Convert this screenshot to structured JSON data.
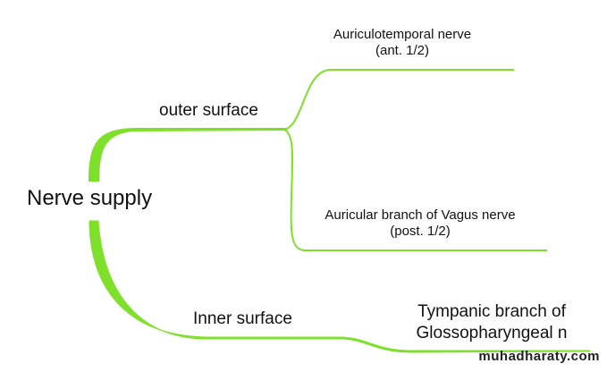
{
  "diagram": {
    "type": "mind-map",
    "line_color": "#7ee02a",
    "root": {
      "label": "Nerve supply"
    },
    "branches": [
      {
        "label": "outer surface",
        "children": [
          {
            "label_line1": "Auriculotemporal nerve",
            "label_line2": "(ant. 1/2)"
          },
          {
            "label_line1": "Auricular branch of Vagus nerve",
            "label_line2": "(post. 1/2)"
          }
        ]
      },
      {
        "label": "Inner surface",
        "children": [
          {
            "label_line1": "Tympanic branch of",
            "label_line2": "Glossopharyngeal n"
          }
        ]
      }
    ]
  },
  "watermark": "muhadharaty.com"
}
